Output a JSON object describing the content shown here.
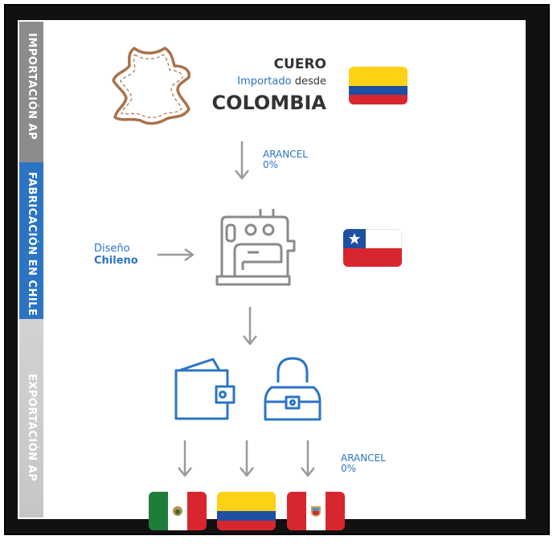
{
  "bands": {
    "import": "IMPORTACIÓN AP",
    "fabrication": "FABRICACIÓN EN CHILE",
    "export": "EXPORTACIÓN AP"
  },
  "material": {
    "name": "CUERO",
    "imported_word": "Importado",
    "from_word": "desde",
    "origin": "COLOMBIA"
  },
  "tariff_import": {
    "label": "ARANCEL",
    "value": "0%"
  },
  "design": {
    "line1": "Diseño",
    "line2": "Chileno"
  },
  "tariff_export": {
    "label": "ARANCEL",
    "value": "0%"
  },
  "icons": [
    "leather-hide-icon",
    "sewing-machine-icon",
    "wallet-icon",
    "handbag-icon"
  ],
  "flags": [
    "colombia-flag",
    "chile-flag",
    "mexico-flag",
    "colombia-flag",
    "peru-flag"
  ],
  "colors": {
    "blue": "#2b74c4",
    "gray": "#8c8c8c",
    "leather": "#a9714b",
    "colombia_yellow": "#fcd116",
    "colombia_blue": "#1f4fa1",
    "colombia_red": "#d8262f"
  }
}
